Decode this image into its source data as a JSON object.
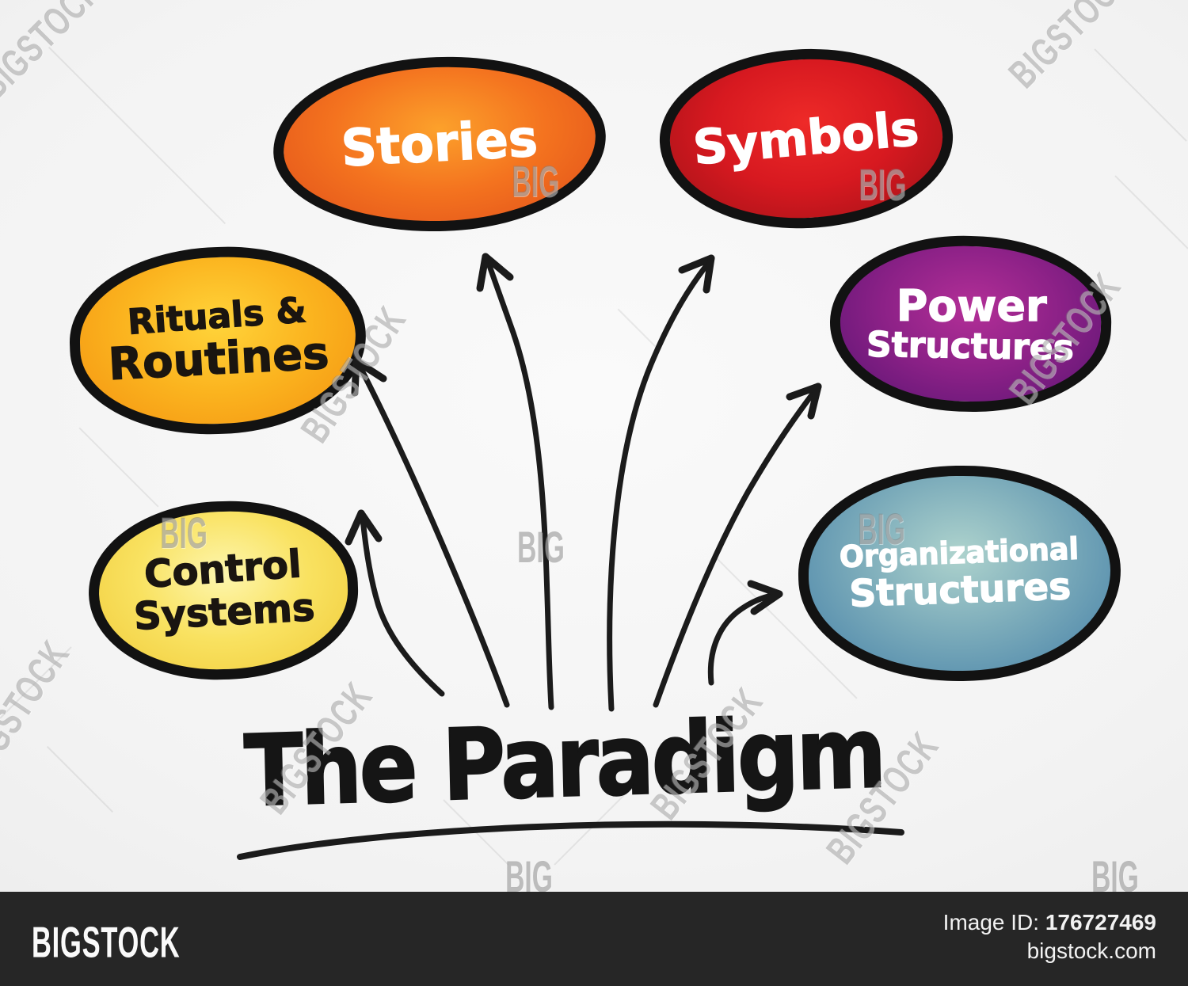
{
  "title": {
    "text": "The Paradigm"
  },
  "nodes": {
    "stories": {
      "label": "Stories",
      "fill_center": "#fca12b",
      "fill_mid": "#f4731f",
      "fill_edge": "#e04f1a",
      "text_color": "#ffffff"
    },
    "symbols": {
      "label": "Symbols",
      "fill_center": "#ee2a28",
      "fill_mid": "#d71920",
      "fill_edge": "#9e1117",
      "text_color": "#ffffff"
    },
    "rituals": {
      "line1": "Rituals &",
      "line2": "Routines",
      "fill_center": "#ffd43a",
      "fill_mid": "#fbb41f",
      "fill_edge": "#f49210",
      "text_color": "#1a1510"
    },
    "power": {
      "line1": "Power",
      "line2": "Structures",
      "fill_center": "#b32f97",
      "fill_mid": "#8c2187",
      "fill_edge": "#5a1473",
      "text_color": "#ffffff"
    },
    "control": {
      "line1": "Control",
      "line2": "Systems",
      "fill_center": "#fdf6ae",
      "fill_mid": "#f9e261",
      "fill_edge": "#f0cb3a",
      "text_color": "#1a1510"
    },
    "org": {
      "line1": "Organizational",
      "line2": "Structures",
      "fill_center": "#aed3cd",
      "fill_mid": "#7babba",
      "fill_edge": "#4681a8",
      "text_color": "#ffffff"
    }
  },
  "connections": [
    {
      "from": "The Paradigm",
      "to": "Stories"
    },
    {
      "from": "The Paradigm",
      "to": "Symbols"
    },
    {
      "from": "The Paradigm",
      "to": "Rituals & Routines"
    },
    {
      "from": "The Paradigm",
      "to": "Power Structures"
    },
    {
      "from": "The Paradigm",
      "to": "Control Systems"
    },
    {
      "from": "The Paradigm",
      "to": "Organizational Structures"
    }
  ],
  "watermark": {
    "big": "BIG",
    "bigstock": "BIGSTOCK"
  },
  "footer": {
    "brand": "BIGSTOCK",
    "image_id_label": "Image ID:",
    "image_id": "176727469",
    "site": "bigstock.com",
    "bar_color": "#262626"
  }
}
